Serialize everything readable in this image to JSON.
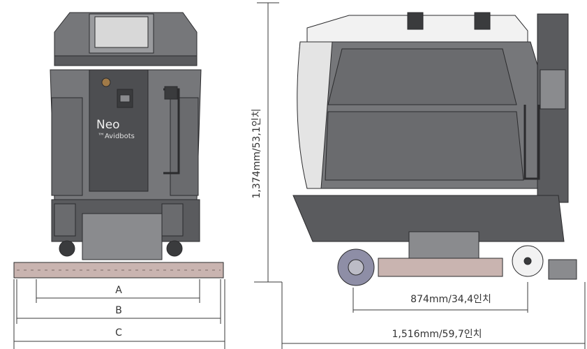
{
  "front_view": {
    "brand_name": "Neo",
    "brand_sub": "™Avidbots",
    "dim_a_label": "A",
    "dim_b_label": "B",
    "dim_c_label": "C"
  },
  "side_view": {
    "height_label": "1,374mm/53,1인치",
    "wheelbase_label": "874mm/34,4인치",
    "length_label": "1,516mm/59,7인치"
  },
  "colors": {
    "body_dark": "#5a5b5e",
    "body_mid": "#76777a",
    "body_light": "#9a9b9e",
    "outline": "#2b2b2d",
    "panel_white": "#f2f2f2",
    "squeegee": "#c9b4b0",
    "dimension_line": "#3a3a3a"
  }
}
